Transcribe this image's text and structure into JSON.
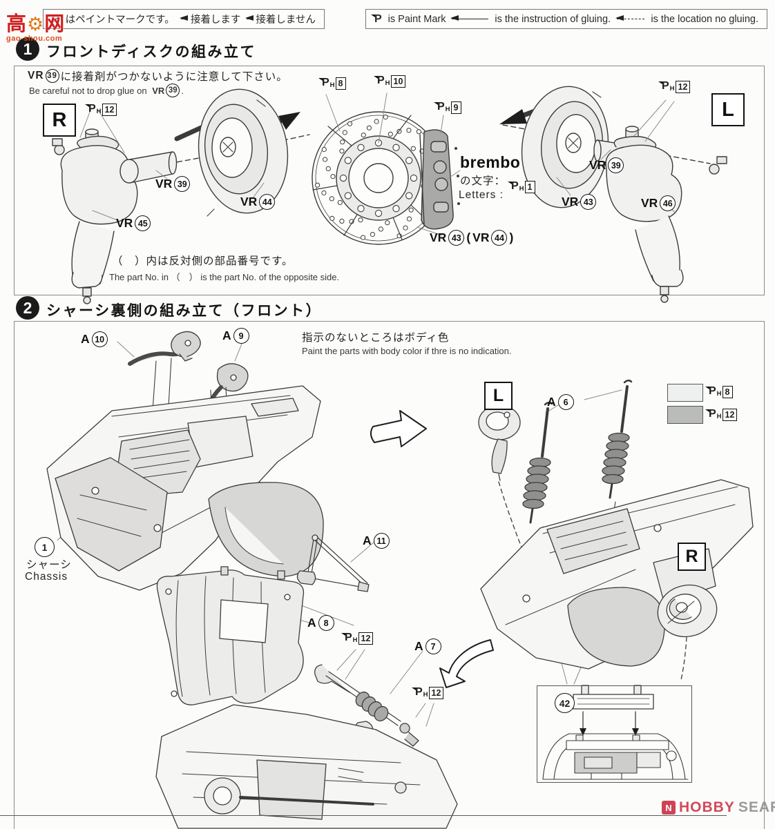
{
  "watermark": {
    "left": "高",
    "gear": "⚙",
    "right": "网",
    "site": "gao-shou.com"
  },
  "legend_jp": {
    "p": "P",
    "paint": "はペイントマークです。",
    "glue": "接着します",
    "noglue": "接着しません"
  },
  "legend_en": {
    "p": "P",
    "paint": "is Paint Mark",
    "glue": "is the instruction of gluing.",
    "noglue": "is the location no gluing."
  },
  "glyphs": {
    "p": "P",
    "h": "H"
  },
  "section1": {
    "num": "1",
    "title": "フロントディスクの組み立て",
    "caution_jp_pre": "VR",
    "caution_num": "39",
    "caution_jp_post": "に接着剤がつかないように注意して下さい。",
    "caution_en_pre": "Be careful not to drop glue on",
    "caution_en_vr": "VR",
    "caution_en_post": ".",
    "marker_r": "R",
    "marker_l": "L",
    "brembo": "brembo",
    "brembo_jp": "の文字：",
    "brembo_en": "Letters :",
    "note_jp": "（　）内は反対側の部品番号です。",
    "note_en": "The part No. in （　） is the part No. of the opposite side."
  },
  "labels1": {
    "vr": "VR",
    "ph12_left": "12",
    "ph8": "8",
    "ph10": "10",
    "ph9": "9",
    "ph1": "1",
    "ph12_right": "12",
    "vr39_left": "39",
    "vr44_left": "44",
    "vr45": "45",
    "vr43_disc": "43",
    "vr44_disc": "44",
    "vr39_right": "39",
    "vr43_right": "43",
    "vr46": "46",
    "paren_l": "(",
    "paren_r": ")"
  },
  "section2": {
    "num": "2",
    "title": "シャーシ裏側の組み立て（フロント）",
    "note_jp": "指示のないところはボディ色",
    "note_en": "Paint the parts with body color if thre is no indication.",
    "marker_l": "L",
    "marker_r": "R",
    "chassis_num": "1",
    "chassis_jp": "シャーシ",
    "chassis_en": "Chassis",
    "inset_num": "42"
  },
  "labels2": {
    "a": "A",
    "a10": "10",
    "a9": "9",
    "a6": "6",
    "a11": "11",
    "a8": "8",
    "a7": "7",
    "ph12_a": "12",
    "ph12_b": "12",
    "ph8_swatch": "8",
    "ph12_swatch": "12"
  },
  "footer": {
    "hobby_icon": "N",
    "hobby_red": "HOBBY",
    "hobby_gray": "SEARCH"
  }
}
